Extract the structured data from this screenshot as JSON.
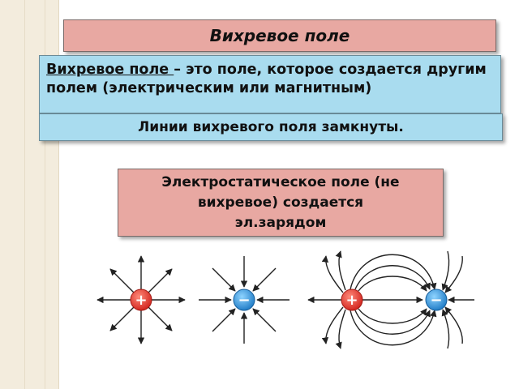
{
  "title": "Вихревое поле",
  "definition": {
    "term": "Вихревое поле ",
    "text": "– это поле, которое создается другим полем  (электрическим или магнитным)"
  },
  "closed_lines": "Линии вихревого поля замкнуты.",
  "electrostatic_note": {
    "line1": "Электростатическое поле (не",
    "line2": "вихревое) создается",
    "line3": "эл.зарядом"
  },
  "charges": {
    "positive_sign": "+",
    "negative_sign": "−"
  },
  "colors": {
    "title_bg": "#e8a8a2",
    "def_bg": "#a9dcef",
    "positive_charge": "#e2312a",
    "negative_charge": "#2a8fd8"
  }
}
